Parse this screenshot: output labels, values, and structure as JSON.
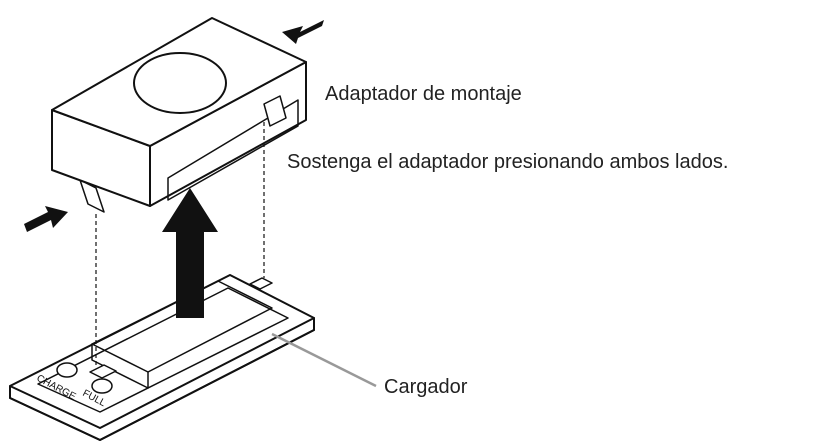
{
  "labels": {
    "adapter": "Adaptador de montaje",
    "instruction": "Sostenga el adaptador presionando ambos lados.",
    "charger": "Cargador"
  },
  "charger_leds": {
    "charge": "CHARGE",
    "full": "FULL"
  },
  "colors": {
    "line": "#111111",
    "arrow": "#111111",
    "leader": "#999999",
    "background": "#ffffff"
  }
}
